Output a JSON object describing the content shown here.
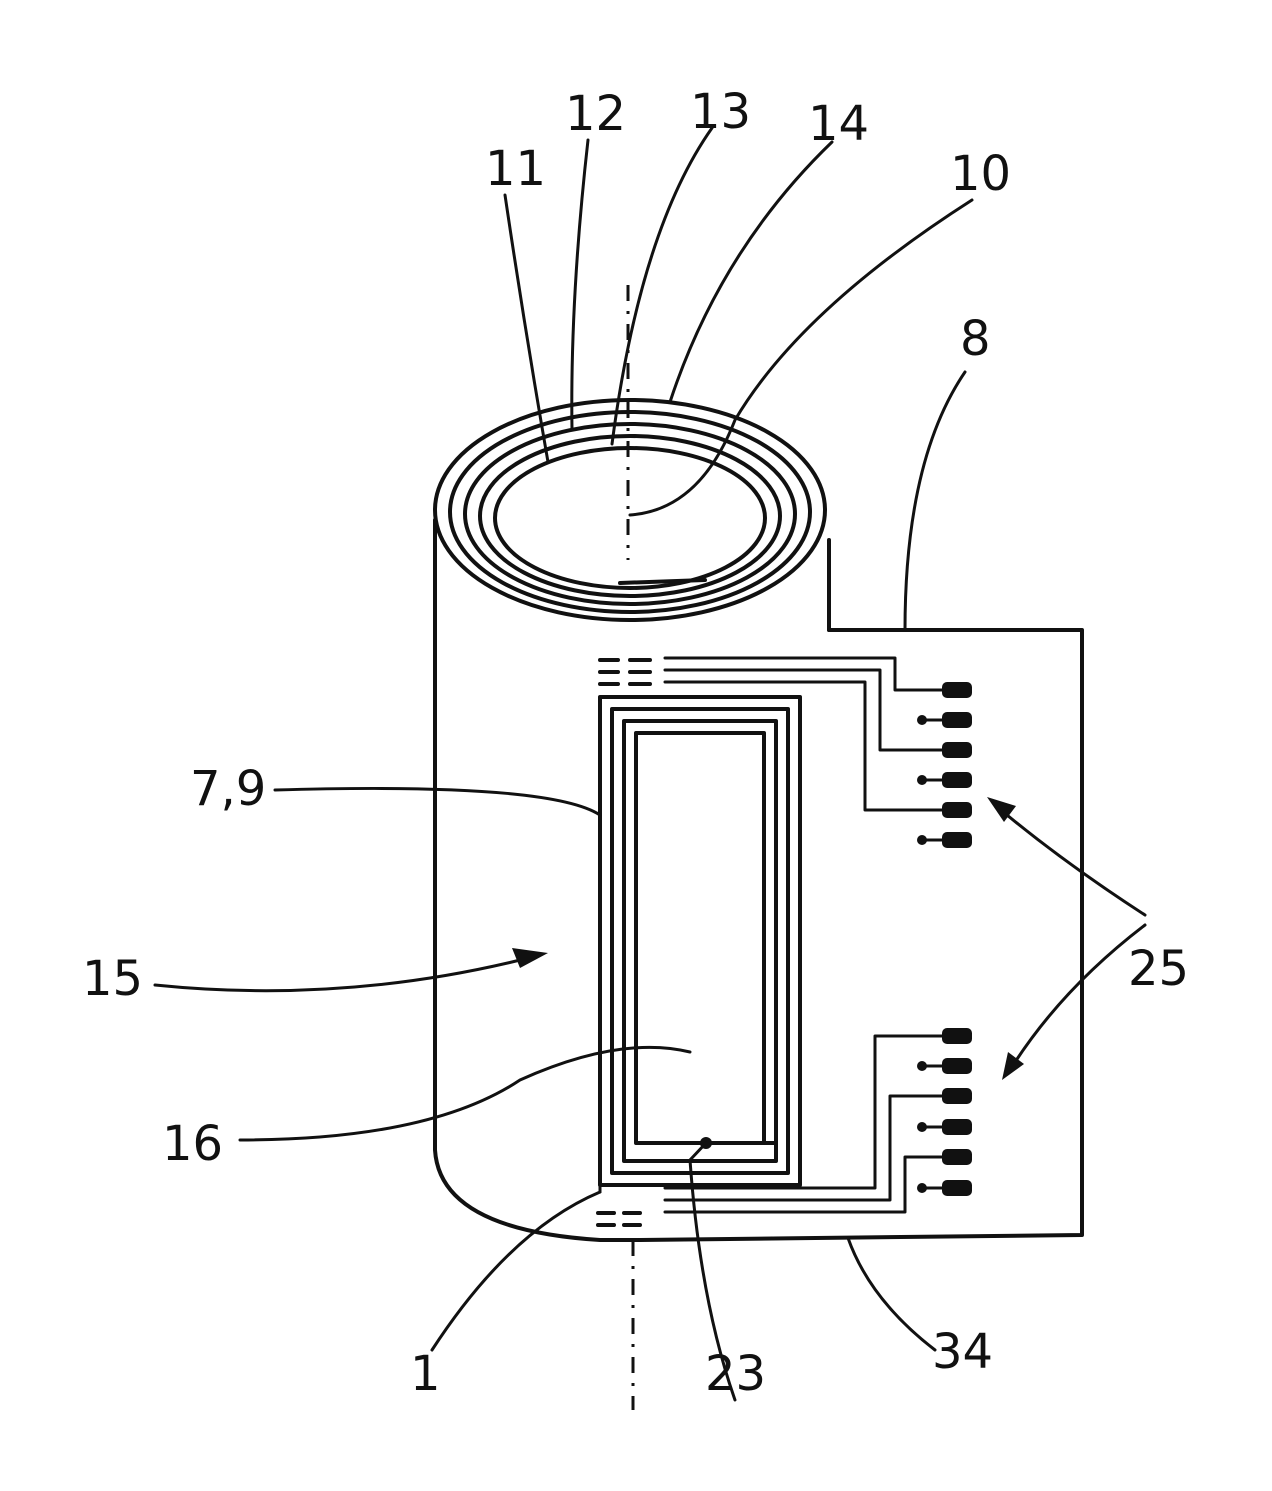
{
  "labels": {
    "l11": "11",
    "l12": "12",
    "l13": "13",
    "l14": "14",
    "l10": "10",
    "l8": "8",
    "l79": "7,9",
    "l15": "15",
    "l25": "25",
    "l16": "16",
    "l1": "1",
    "l23": "23",
    "l34": "34"
  }
}
